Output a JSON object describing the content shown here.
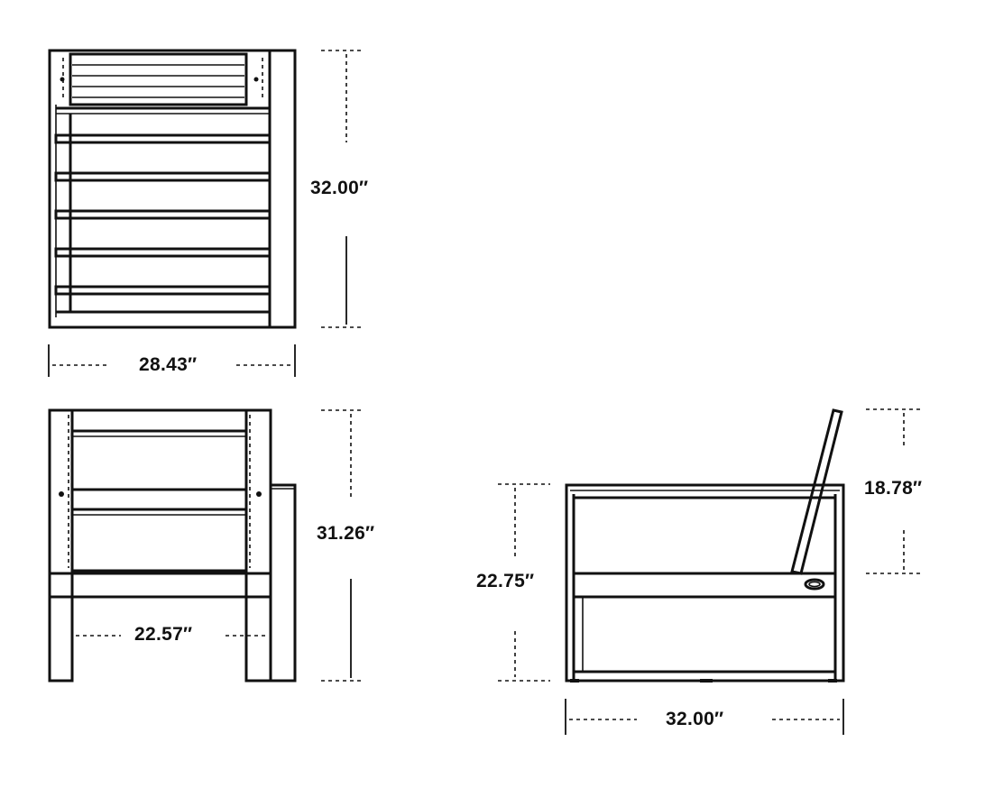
{
  "dimensions": {
    "top_depth": "32.00″",
    "top_width": "28.43″",
    "front_height": "31.26″",
    "front_inner_width": "22.57″",
    "side_back_height": "18.78″",
    "side_seat_height": "22.75″",
    "side_depth": "32.00″"
  },
  "colors": {
    "line": "#111111",
    "background": "#ffffff"
  }
}
